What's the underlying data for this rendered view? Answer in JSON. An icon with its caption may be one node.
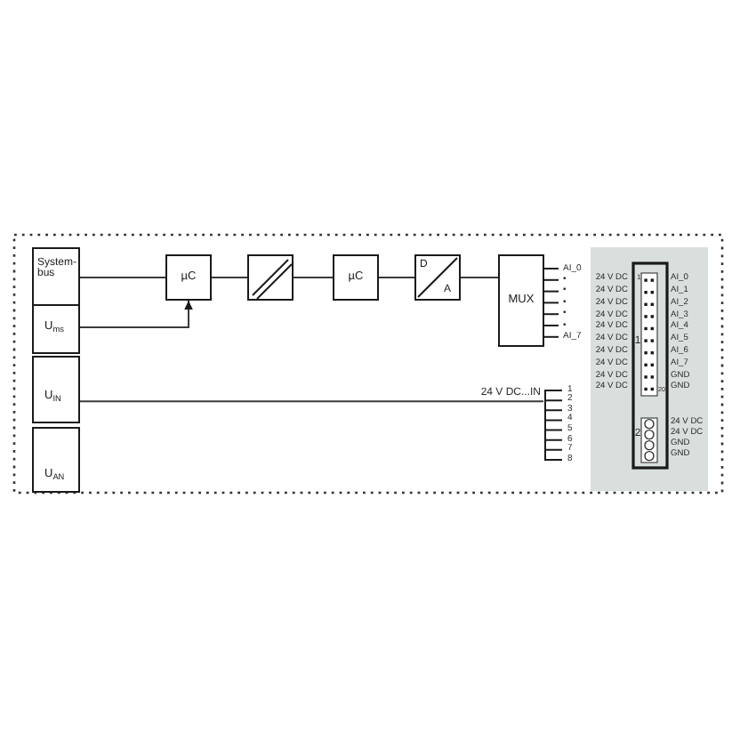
{
  "diagram": {
    "nodes": [
      {
        "text": [
          "System-bus"
        ]
      },
      {
        "text": [
          "U$_{ms}$"
        ]
      },
      {
        "text": [
          "U$_{IN}$"
        ]
      },
      {
        "text": [
          "U$_{AN}$"
        ]
      },
      {
        "text": [
          "µC"
        ]
      },
      {
        "text": [],
        "shape": "box"
      },
      {
        "text": [
          "µC"
        ]
      },
      {
        "text": [
          "D",
          "A"
        ]
      },
      {
        "text": [
          "MUX"
        ]
      },
      {
        "text": [],
        "shape": "bar",
        "beside": [
          "24 V DC...IN",
          "1",
          "2",
          "3",
          "4",
          "5",
          "6",
          "7",
          "8"
        ]
      }
    ],
    "edges": [
      {
        "from": 0,
        "to": 4,
        "arrow": "none"
      },
      {
        "from": 1,
        "to": 4,
        "arrow": "to"
      },
      {
        "from": 4,
        "to": 5,
        "arrow": "none"
      },
      {
        "from": 5,
        "to": 6,
        "arrow": "none"
      },
      {
        "from": 6,
        "to": 7,
        "arrow": "none"
      },
      {
        "from": 7,
        "to": 8,
        "arrow": "none"
      },
      {
        "from": 2,
        "to": 9,
        "arrow": "none"
      }
    ],
    "labels": [
      "AI_0",
      "•",
      "•",
      "•",
      "•",
      "•",
      "AI_7",
      "24 V DC",
      "1",
      "AI_0",
      "24 V DC",
      "AI_1",
      "24 V DC",
      "AI_2",
      "24 V DC",
      "AI_3",
      "24 V DC",
      "AI_4",
      "24 V DC",
      "1",
      "AI_5",
      "24 V DC",
      "AI_6",
      "24 V DC",
      "AI_7",
      "24 V DC",
      "GND",
      "24 V DC",
      "20",
      "GND",
      "24 V DC",
      "2",
      "24 V DC",
      "GND",
      "GND"
    ]
  }
}
